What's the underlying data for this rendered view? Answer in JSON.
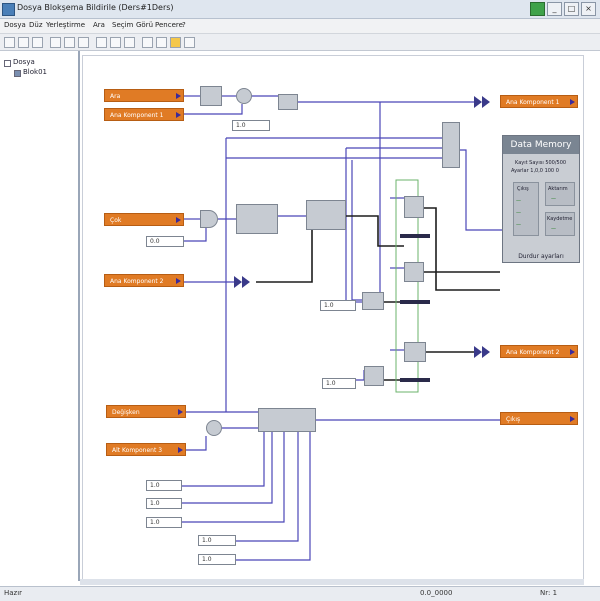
{
  "window": {
    "title": "Dosya   Blokşema   Bildirile   (Ders#1Ders)"
  },
  "menubar": {
    "items": [
      "Dosya",
      "Düz",
      "Yerleştirme",
      "Ara",
      "Seçim",
      "Görü",
      "Pencere",
      "?"
    ]
  },
  "tree": {
    "root": "Dosya",
    "child": "Blok01"
  },
  "blocks": {
    "out_top1": "Ara",
    "out_top2": "Ana Komponent 1",
    "mid_in1": "Çok",
    "mid_in2": "Ana Komponent 2",
    "low_in1": "Değişken",
    "low_in2": "Alt Komponent 3",
    "right_out1": "Ana Komponent 1",
    "right_out2": "Ana Komponent 2",
    "right_out3": "Çıkış",
    "w1": "1.0",
    "w2": "0.0",
    "w3": "1.0",
    "w4": "1.0",
    "w5": "1.0",
    "w6": "1.0",
    "w7": "1.0",
    "w8": "1.0",
    "w9": "1.0"
  },
  "data_memory": {
    "title": "Data Memory",
    "row1": "Kayıt Sayısı   500/500",
    "row2": "Ayarlar   1,0,0   100   0",
    "left_label": "Çıkış",
    "right_label1": "Aktarım",
    "right_label2": "Kaydetme",
    "foot": "Durdur ayarları"
  },
  "status": {
    "left": "Hazır",
    "mid": "0.0_0000",
    "right": "Nr: 1"
  },
  "colors": {
    "orange": "#e07b25",
    "wire_blue": "#4b46b7",
    "wire_black": "#1d1d1d"
  }
}
